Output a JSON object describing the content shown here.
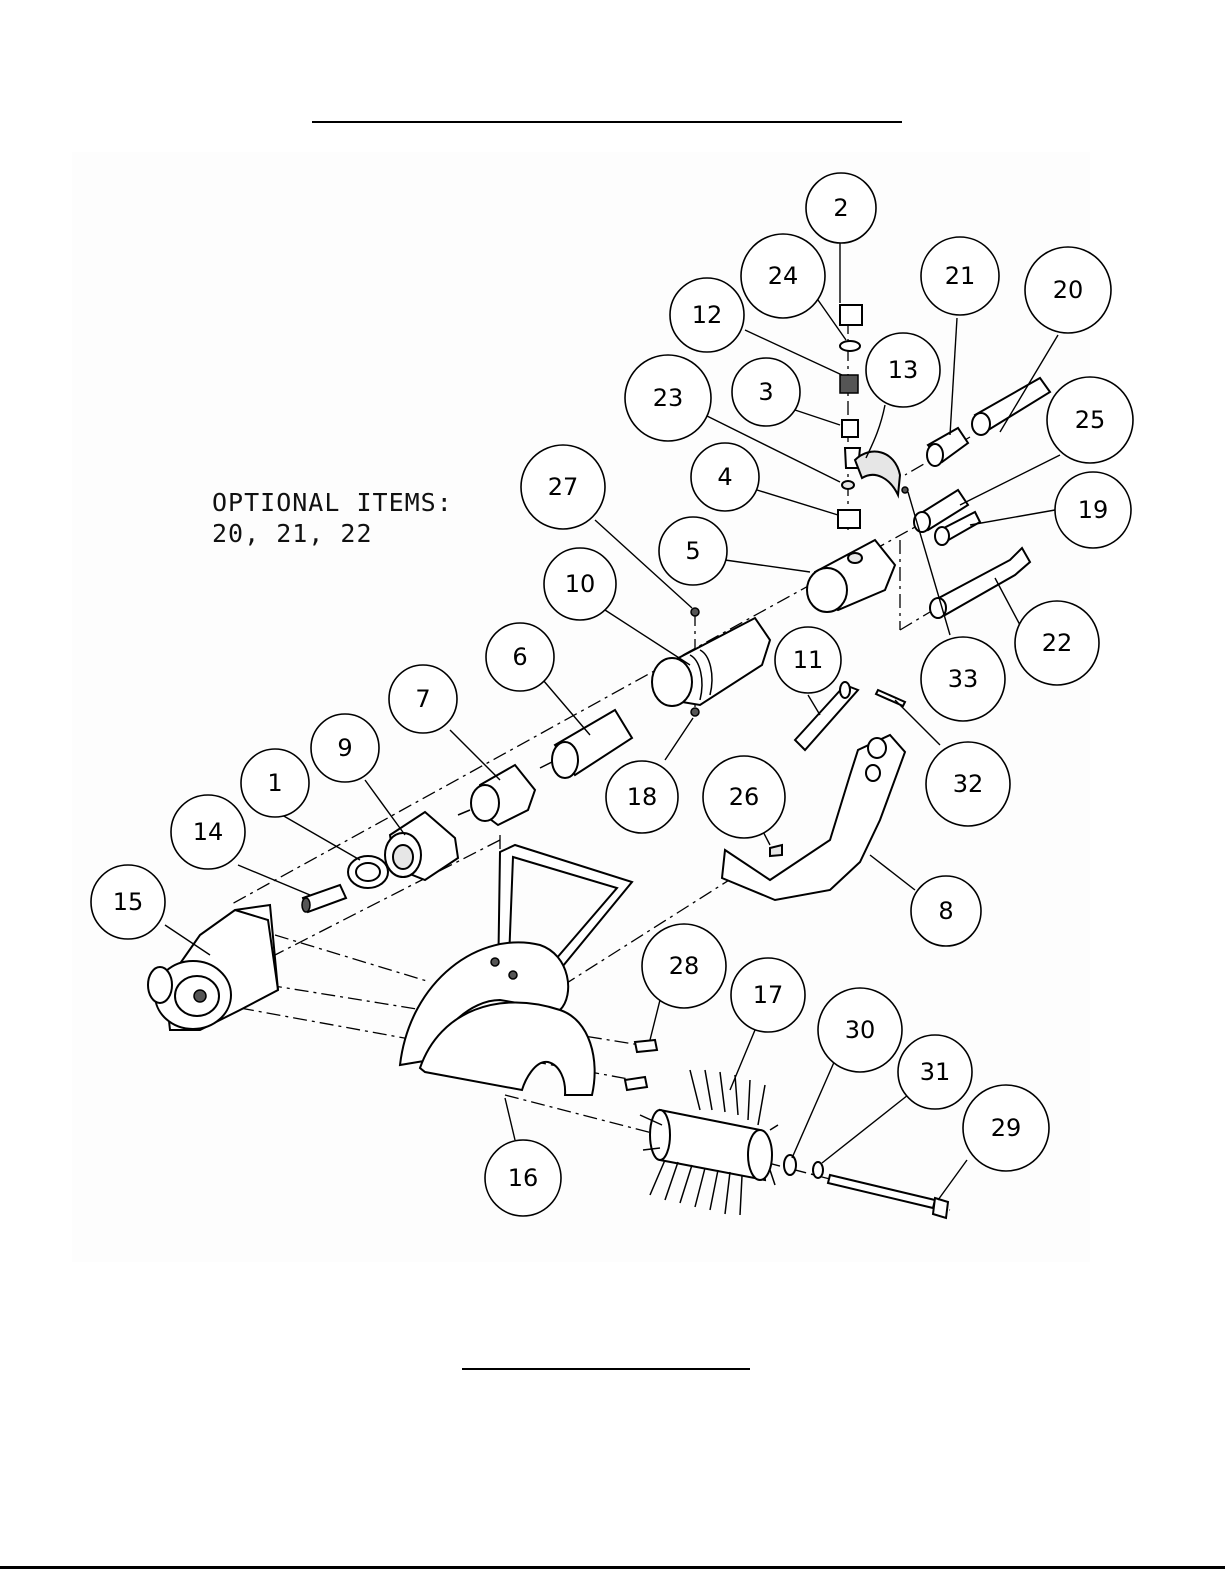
{
  "optional_note": {
    "line1": "OPTIONAL ITEMS:",
    "line2": "20, 21, 22"
  },
  "callouts": [
    {
      "id": "c2",
      "label": "2"
    },
    {
      "id": "c24",
      "label": "24"
    },
    {
      "id": "c12",
      "label": "12"
    },
    {
      "id": "c13",
      "label": "13"
    },
    {
      "id": "c3",
      "label": "3"
    },
    {
      "id": "c23",
      "label": "23"
    },
    {
      "id": "c21",
      "label": "21"
    },
    {
      "id": "c20",
      "label": "20"
    },
    {
      "id": "c25",
      "label": "25"
    },
    {
      "id": "c19",
      "label": "19"
    },
    {
      "id": "c4",
      "label": "4"
    },
    {
      "id": "c27",
      "label": "27"
    },
    {
      "id": "c5",
      "label": "5"
    },
    {
      "id": "c10",
      "label": "10"
    },
    {
      "id": "c22",
      "label": "22"
    },
    {
      "id": "c33",
      "label": "33"
    },
    {
      "id": "c6",
      "label": "6"
    },
    {
      "id": "c11",
      "label": "11"
    },
    {
      "id": "c7",
      "label": "7"
    },
    {
      "id": "c32",
      "label": "32"
    },
    {
      "id": "c9",
      "label": "9"
    },
    {
      "id": "c18",
      "label": "18"
    },
    {
      "id": "c26",
      "label": "26"
    },
    {
      "id": "c1",
      "label": "1"
    },
    {
      "id": "c14",
      "label": "14"
    },
    {
      "id": "c15",
      "label": "15"
    },
    {
      "id": "c8",
      "label": "8"
    },
    {
      "id": "c28",
      "label": "28"
    },
    {
      "id": "c17",
      "label": "17"
    },
    {
      "id": "c30",
      "label": "30"
    },
    {
      "id": "c31",
      "label": "31"
    },
    {
      "id": "c29",
      "label": "29"
    },
    {
      "id": "c16",
      "label": "16"
    }
  ]
}
